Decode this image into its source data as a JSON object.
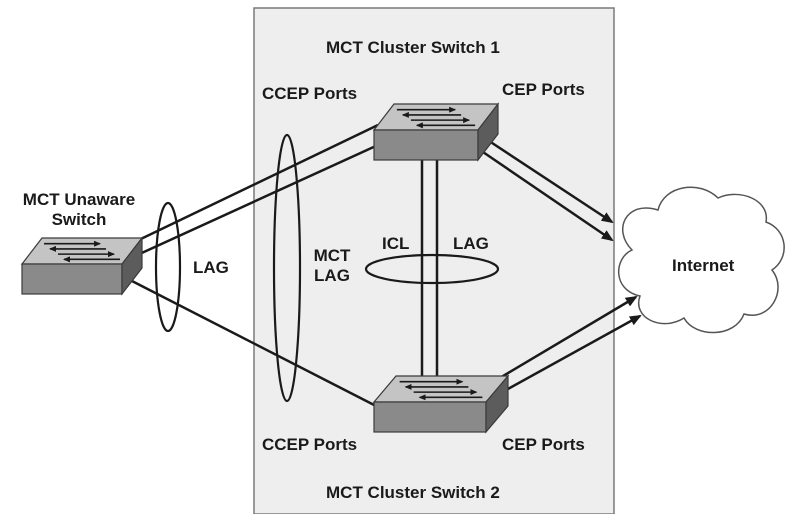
{
  "cluster_box": {
    "fill": "#eeeeee",
    "stroke": "#7a7a7a"
  },
  "labels": {
    "cluster_switch_1": "MCT Cluster Switch 1",
    "cluster_switch_2": "MCT Cluster Switch 2",
    "ccep_ports_top": "CCEP Ports",
    "cep_ports_top": "CEP Ports",
    "ccep_ports_bottom": "CCEP Ports",
    "cep_ports_bottom": "CEP Ports",
    "mct_unaware_switch": "MCT Unaware\nSwitch",
    "lag_left": "LAG",
    "mct_lag": "MCT\nLAG",
    "icl": "ICL",
    "icl_lag": "LAG",
    "internet": "Internet"
  },
  "icons": {
    "switch": "switch-icon",
    "cloud": "cloud-icon"
  },
  "colors": {
    "switch_top": "#c4c4c4",
    "switch_front": "#8a8a8a",
    "switch_side": "#5c5c5c",
    "line": "#1a1a1a"
  }
}
